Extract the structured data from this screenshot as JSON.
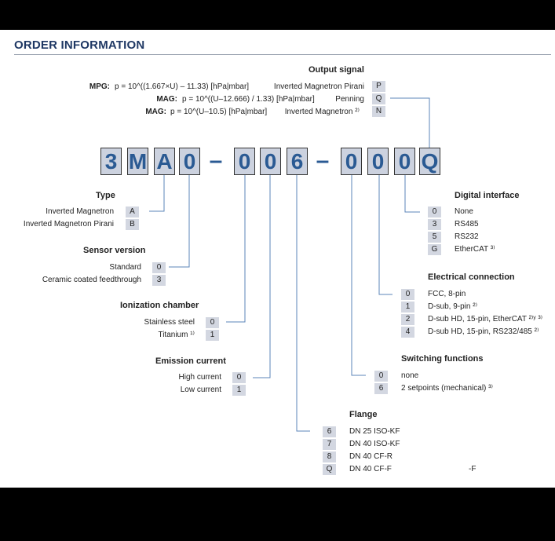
{
  "title": "ORDER INFORMATION",
  "code_chars": [
    "3",
    "M",
    "A",
    "0",
    "–",
    "0",
    "0",
    "6",
    "–",
    "0",
    "0",
    "0",
    "Q"
  ],
  "output_signal": {
    "heading": "Output signal",
    "rows": [
      {
        "device": "MPG:",
        "formula": "p = 10^((1.667×U) – 11.33) [hPa|mbar]",
        "type": "Inverted Magnetron Pirani",
        "code": "P"
      },
      {
        "device": "MAG:",
        "formula": "p = 10^((U–12.666) / 1.33) [hPa|mbar]",
        "type": "Penning",
        "code": "Q"
      },
      {
        "device": "MAG:",
        "formula": "p = 10^(U–10.5) [hPa|mbar]",
        "type": "Inverted Magnetron ²⁾",
        "code": "N"
      }
    ]
  },
  "type": {
    "heading": "Type",
    "rows": [
      {
        "label": "Inverted Magnetron",
        "code": "A"
      },
      {
        "label": "Inverted Magnetron Pirani",
        "code": "B"
      }
    ]
  },
  "sensor_version": {
    "heading": "Sensor version",
    "rows": [
      {
        "label": "Standard",
        "code": "0"
      },
      {
        "label": "Ceramic coated feedthrough",
        "code": "3"
      }
    ]
  },
  "ionization_chamber": {
    "heading": "Ionization chamber",
    "rows": [
      {
        "label": "Stainless steel",
        "code": "0"
      },
      {
        "label": "Titanium ¹⁾",
        "code": "1"
      }
    ]
  },
  "emission_current": {
    "heading": "Emission current",
    "rows": [
      {
        "label": "High current",
        "code": "0"
      },
      {
        "label": "Low current",
        "code": "1"
      }
    ]
  },
  "flange": {
    "heading": "Flange",
    "rows": [
      {
        "code": "6",
        "label": "DN 25 ISO-KF"
      },
      {
        "code": "7",
        "label": "DN 40 ISO-KF"
      },
      {
        "code": "8",
        "label": "DN 40 CF-R"
      },
      {
        "code": "Q",
        "label": "DN 40 CF-F"
      }
    ],
    "stray": "-F"
  },
  "digital_interface": {
    "heading": "Digital interface",
    "rows": [
      {
        "code": "0",
        "label": "None"
      },
      {
        "code": "3",
        "label": "RS485"
      },
      {
        "code": "5",
        "label": "RS232"
      },
      {
        "code": "G",
        "label": "EtherCAT ³⁾"
      }
    ]
  },
  "electrical_connection": {
    "heading": "Electrical connection",
    "rows": [
      {
        "code": "0",
        "label": "FCC, 8-pin"
      },
      {
        "code": "1",
        "label": "D-sub, 9-pin ²⁾"
      },
      {
        "code": "2",
        "label": "D-sub HD, 15-pin, EtherCAT ²⁾ʸ ³⁾"
      },
      {
        "code": "4",
        "label": "D-sub HD, 15-pin, RS232/485 ²⁾"
      }
    ]
  },
  "switching_functions": {
    "heading": "Switching functions",
    "rows": [
      {
        "code": "0",
        "label": "none"
      },
      {
        "code": "6",
        "label": "2 setpoints (mechanical) ³⁾"
      }
    ]
  }
}
